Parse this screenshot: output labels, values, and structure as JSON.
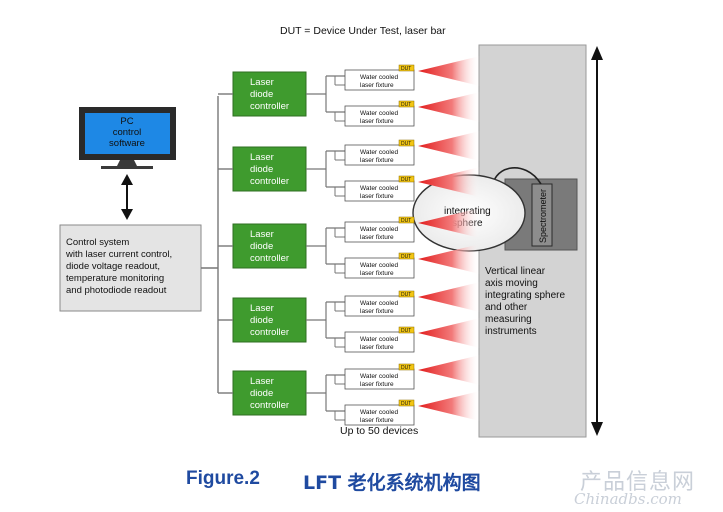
{
  "legend_note": "DUT = Device Under Test, laser bar",
  "pc": {
    "line1": "PC",
    "line2": "control",
    "line3": "software"
  },
  "control_system": {
    "line1": "Control system",
    "line2": "with laser current control,",
    "line3": "diode voltage readout,",
    "line4": "temperature monitoring",
    "line5": "and photodiode readout"
  },
  "controller": {
    "line1": "Laser",
    "line2": "diode",
    "line3": "controller"
  },
  "fixture": {
    "line1": "Water cooled",
    "line2": "laser fixture"
  },
  "dut_label": "DUT",
  "sphere": {
    "line1": "integrating",
    "line2": "sphere"
  },
  "spectrometer_label": "Spectrometer",
  "axis_text": {
    "line1": "Vertical linear",
    "line2": "axis moving",
    "line3": "integrating sphere",
    "line4": "and other",
    "line5": "measuring",
    "line6": "instruments"
  },
  "footer_note": "Up to 50 devices",
  "caption": {
    "figure": "Figure.2",
    "title": "LFT 老化系统机构图"
  },
  "watermark": {
    "zh": "产品信息网",
    "en": "Chinadbs.com"
  },
  "colors": {
    "controller_green": "#3f9b2e",
    "screen_blue": "#1e88e5",
    "beam_red": "#e52b2b",
    "dut_yellow": "#f3c613"
  }
}
